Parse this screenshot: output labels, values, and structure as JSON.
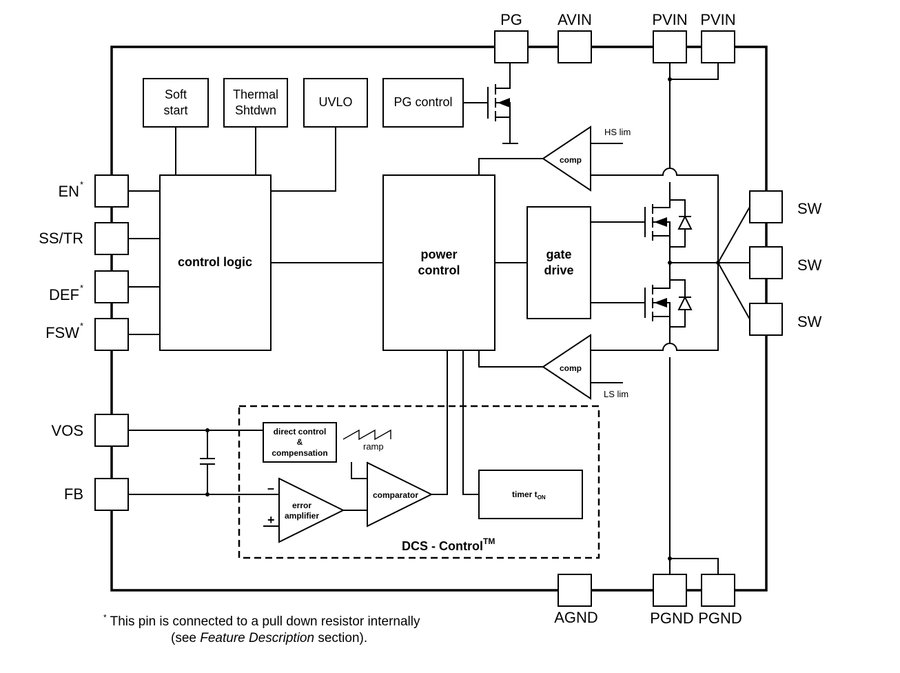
{
  "pins": {
    "pg": "PG",
    "avin": "AVIN",
    "pvin1": "PVIN",
    "pvin2": "PVIN",
    "en": "EN",
    "ss_tr": "SS/TR",
    "def": "DEF",
    "fsw": "FSW",
    "vos": "VOS",
    "fb": "FB",
    "sw1": "SW",
    "sw2": "SW",
    "sw3": "SW",
    "agnd": "AGND",
    "pgnd1": "PGND",
    "pgnd2": "PGND",
    "asterisk": "*"
  },
  "blocks": {
    "soft_start": [
      "Soft",
      "start"
    ],
    "thermal": [
      "Thermal",
      "Shtdwn"
    ],
    "uvlo": "UVLO",
    "pg_control": "PG control",
    "control_logic": "control logic",
    "power_control": [
      "power",
      "control"
    ],
    "gate_drive": [
      "gate",
      "drive"
    ],
    "comp_top": "comp",
    "comp_bottom": "comp",
    "hs_lim": "HS lim",
    "ls_lim": "LS lim",
    "direct_control": [
      "direct control",
      "&",
      "compensation"
    ],
    "ramp": "ramp",
    "error_amp": [
      "error",
      "amplifier"
    ],
    "minus": "–",
    "plus": "+",
    "comparator": "comparator",
    "timer": "timer t",
    "timer_sub": "ON",
    "dcs_control": "DCS - Control",
    "dcs_tm": "TM"
  },
  "footnote": {
    "star": "*",
    "line1": " This pin is connected to a pull down resistor internally",
    "line2_pre": "(see ",
    "line2_em": "Feature Description",
    "line2_post": " section)."
  }
}
